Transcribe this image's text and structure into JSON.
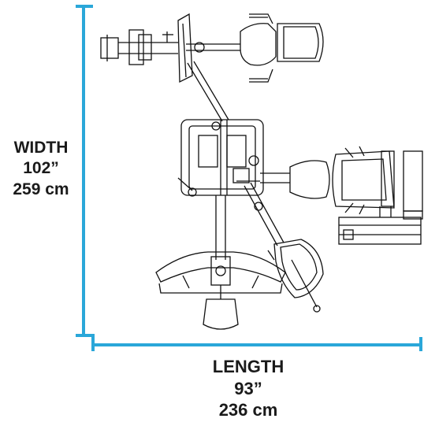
{
  "colors": {
    "dimension_line": "#2aa7d9",
    "drawing_line": "#111111",
    "text": "#1a1a1a",
    "background": "#ffffff"
  },
  "width_dimension": {
    "title": "WIDTH",
    "imperial": "102”",
    "metric": "259 cm"
  },
  "length_dimension": {
    "title": "LENGTH",
    "imperial": "93”",
    "metric": "236 cm"
  }
}
